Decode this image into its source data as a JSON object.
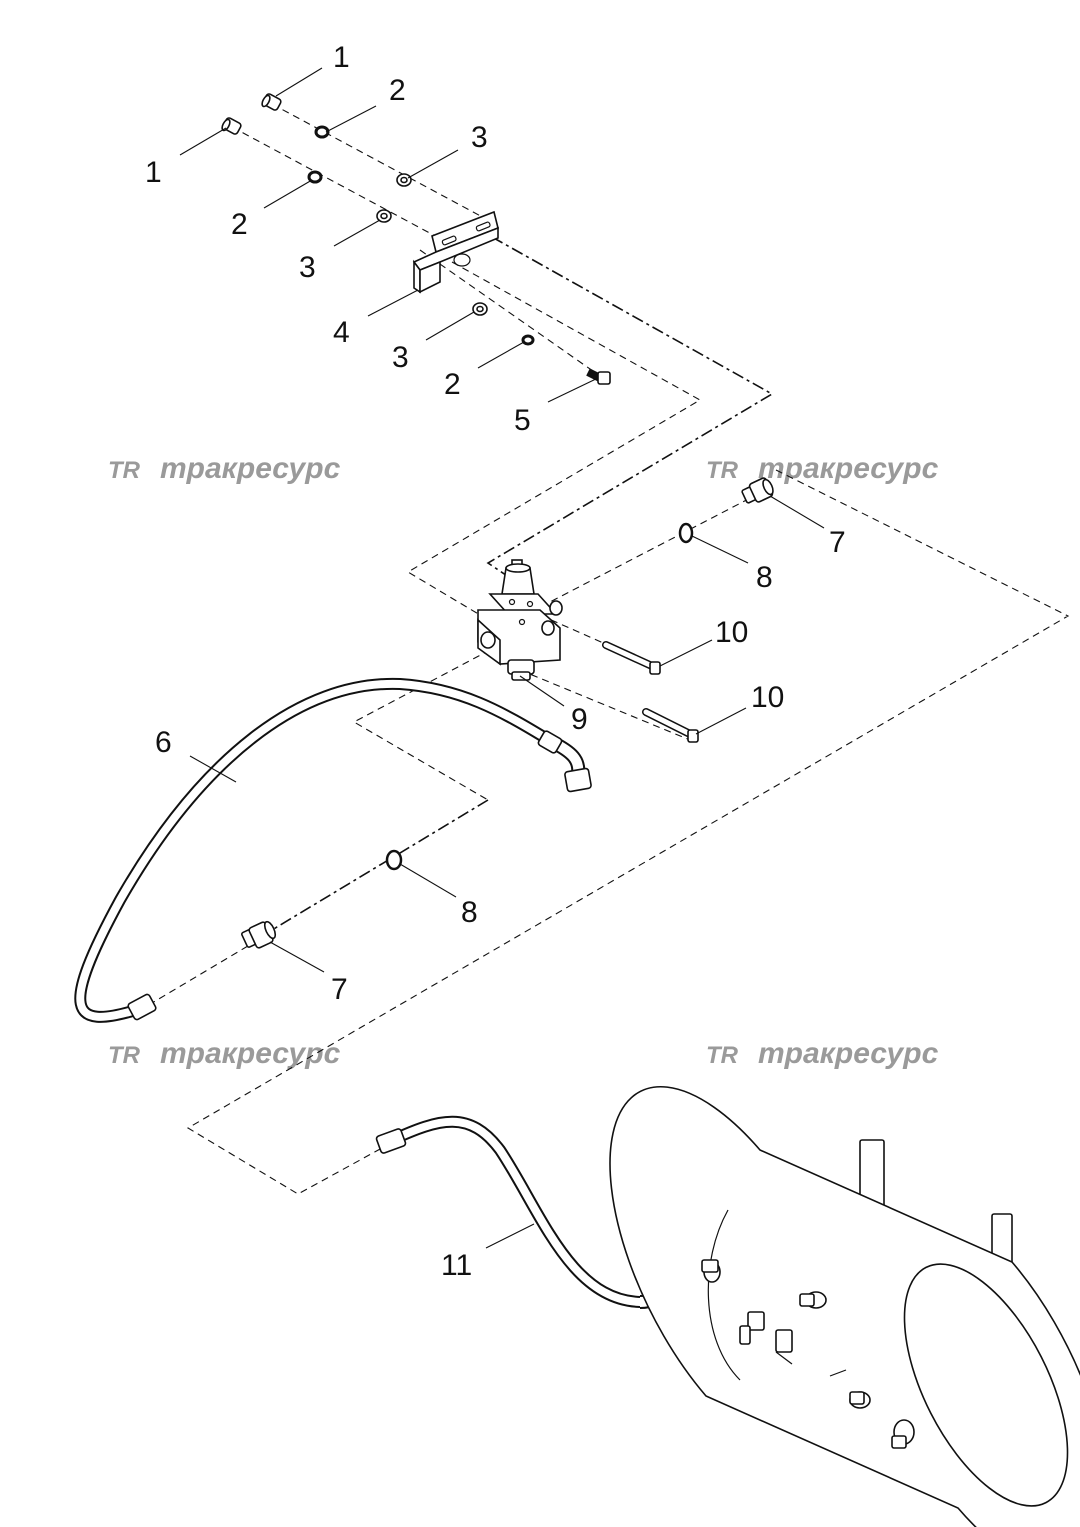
{
  "callouts": [
    {
      "id": "c1a",
      "text": "1"
    },
    {
      "id": "c1b",
      "text": "1"
    },
    {
      "id": "c2a",
      "text": "2"
    },
    {
      "id": "c2b",
      "text": "2"
    },
    {
      "id": "c2c",
      "text": "2"
    },
    {
      "id": "c3a",
      "text": "3"
    },
    {
      "id": "c3b",
      "text": "3"
    },
    {
      "id": "c3c",
      "text": "3"
    },
    {
      "id": "c4",
      "text": "4"
    },
    {
      "id": "c5",
      "text": "5"
    },
    {
      "id": "c6",
      "text": "6"
    },
    {
      "id": "c7a",
      "text": "7"
    },
    {
      "id": "c7b",
      "text": "7"
    },
    {
      "id": "c8a",
      "text": "8"
    },
    {
      "id": "c8b",
      "text": "8"
    },
    {
      "id": "c9",
      "text": "9"
    },
    {
      "id": "c10a",
      "text": "10"
    },
    {
      "id": "c10b",
      "text": "10"
    },
    {
      "id": "c11",
      "text": "11"
    }
  ],
  "watermark": {
    "mark": "TR",
    "text": "тракресурс"
  },
  "colors": {
    "line": "#111111",
    "watermark": "#9a9a9a",
    "background": "#ffffff"
  }
}
